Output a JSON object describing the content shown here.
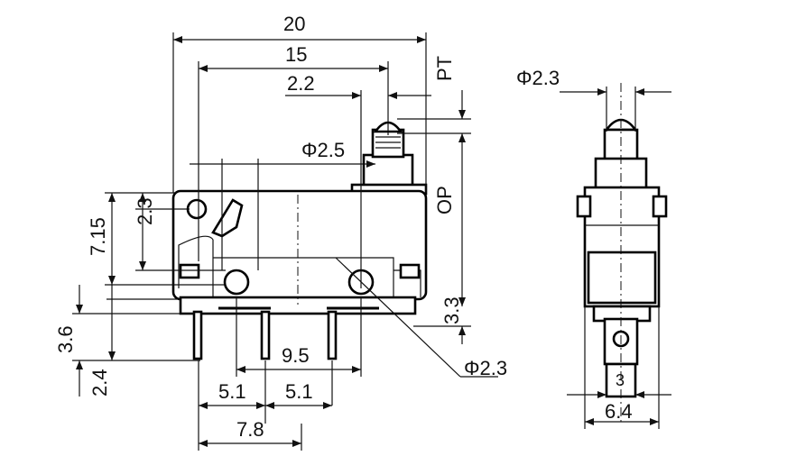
{
  "dimensions": {
    "overall_width": "20",
    "width_15": "15",
    "offset_2_2": "2.2",
    "pt": "PT",
    "op": "OP",
    "roller_dia": "Φ2.5",
    "hole_dia_top": "Φ2.3",
    "hole_dia_bottom": "Φ2.3",
    "dim_2_3": "2.3",
    "dim_7_15": "7.15",
    "dim_3_6": "3.6",
    "dim_2_4": "2.4",
    "dim_3_3": "3.3",
    "dim_9_5": "9.5",
    "dim_5_1_left": "5.1",
    "dim_5_1_right": "5.1",
    "dim_7_8": "7.8",
    "side_3": "3",
    "side_6_4": "6.4"
  }
}
